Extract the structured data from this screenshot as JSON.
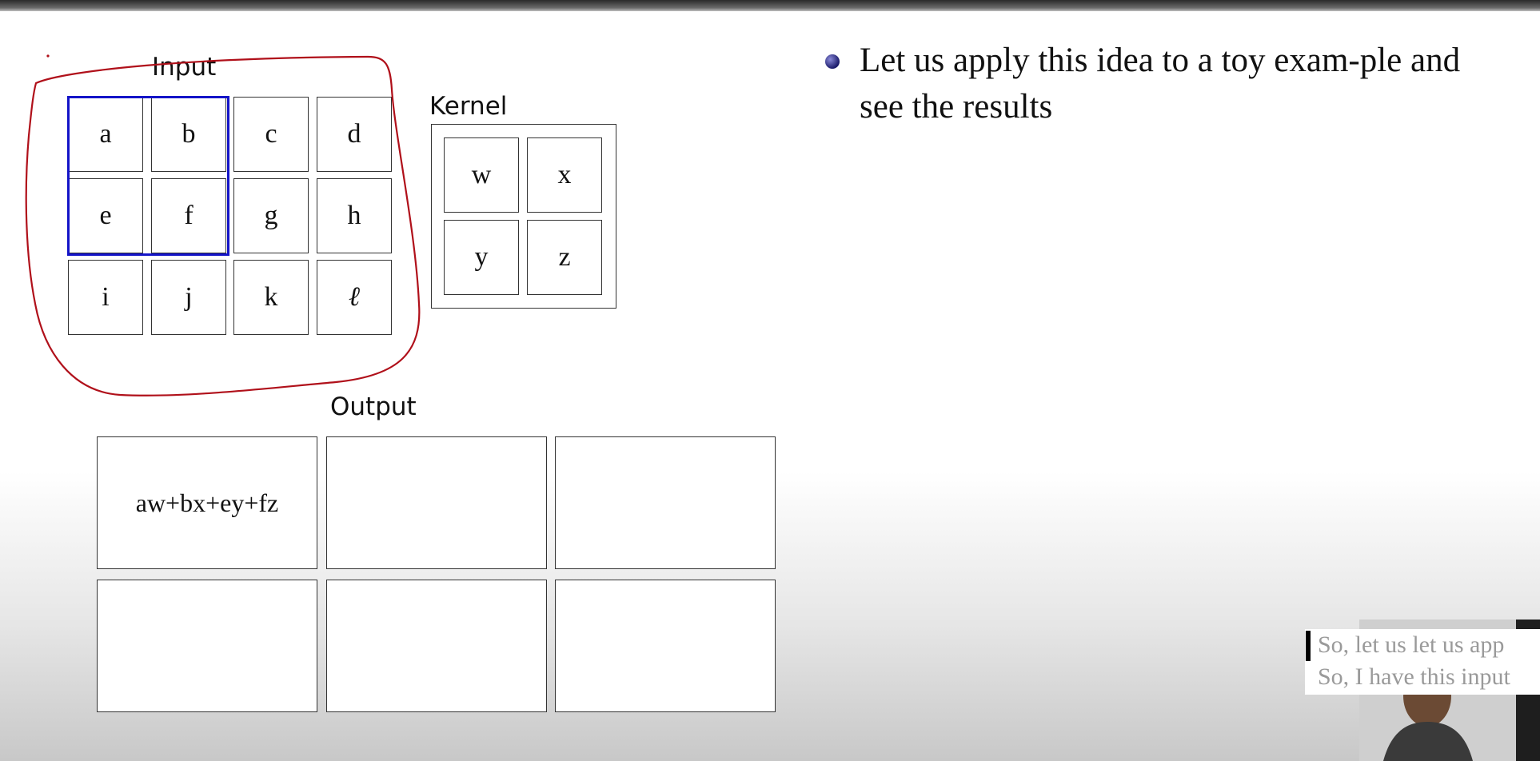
{
  "input": {
    "label": "Input",
    "cells": [
      "a",
      "b",
      "c",
      "d",
      "e",
      "f",
      "g",
      "h",
      "i",
      "j",
      "k",
      "ℓ"
    ]
  },
  "kernel": {
    "label": "Kernel",
    "cells": [
      "w",
      "x",
      "y",
      "z"
    ]
  },
  "output": {
    "label": "Output",
    "cells": [
      "aw+bx+ey+fz",
      "",
      "",
      "",
      "",
      ""
    ]
  },
  "bullet": {
    "text": "Let us apply this idea to a toy exam-ple and see the results"
  },
  "captions": {
    "line1": "So, let us let us app",
    "line2": "So, I have this input"
  },
  "colors": {
    "highlight": "#1414c8",
    "annotation": "#b0101a"
  }
}
